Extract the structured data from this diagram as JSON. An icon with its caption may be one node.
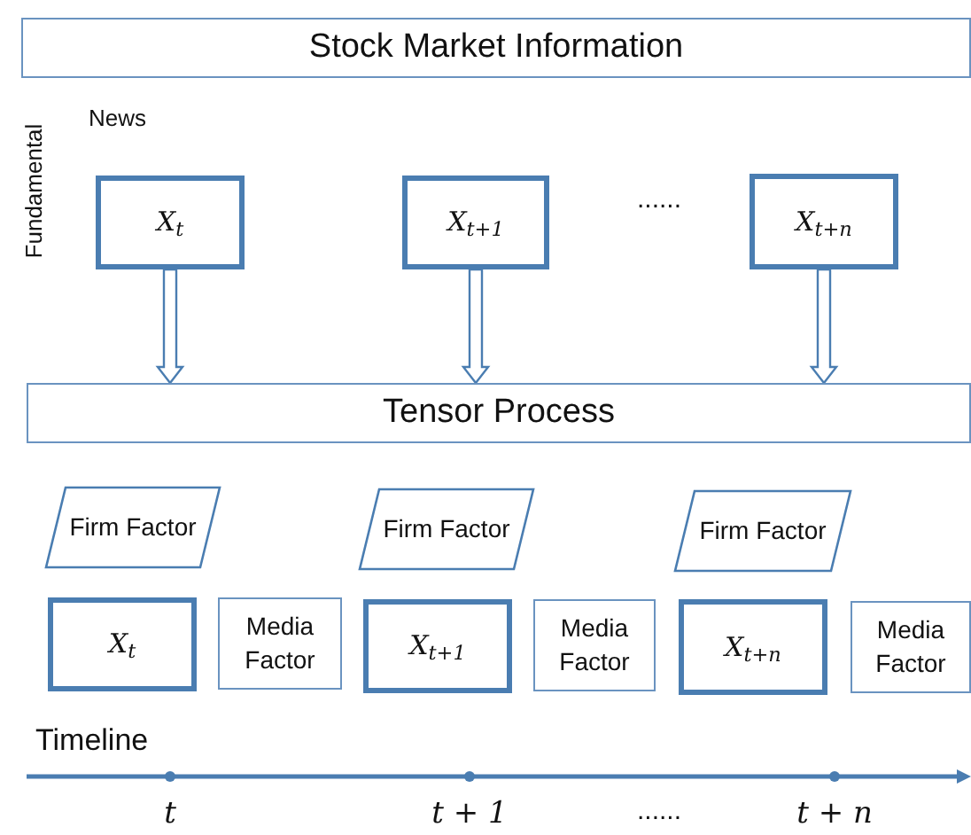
{
  "diagram": {
    "nodes": [
      {
        "text": [
          "Stock Market Information"
        ]
      },
      {
        "text": [
          "X$_{t}$"
        ]
      },
      {
        "text": [
          "X$_{t+1}$"
        ]
      },
      {
        "text": [
          "X$_{t+n}$"
        ]
      },
      {
        "text": [
          "Tensor Process"
        ]
      },
      {
        "text": [
          "Firm Factor"
        ]
      },
      {
        "text": [
          "X$_{t}$"
        ]
      },
      {
        "text": [
          "Media Factor"
        ]
      },
      {
        "text": [
          "Firm Factor"
        ]
      },
      {
        "text": [
          "X$_{t+1}$"
        ]
      },
      {
        "text": [
          "Media Factor"
        ]
      },
      {
        "text": [
          "Firm Factor"
        ]
      },
      {
        "text": [
          "X$_{t+n}$"
        ]
      },
      {
        "text": [
          "Media Factor"
        ]
      }
    ],
    "edges": [
      {
        "from": 1,
        "to": 4,
        "arrow": "to"
      },
      {
        "from": 2,
        "to": 4,
        "arrow": "to"
      },
      {
        "from": 3,
        "to": 4,
        "arrow": "to"
      }
    ],
    "labels": [
      "Fundamental",
      "News",
      "......",
      "Timeline",
      "t",
      "t + 1",
      "......",
      "t + n"
    ]
  }
}
